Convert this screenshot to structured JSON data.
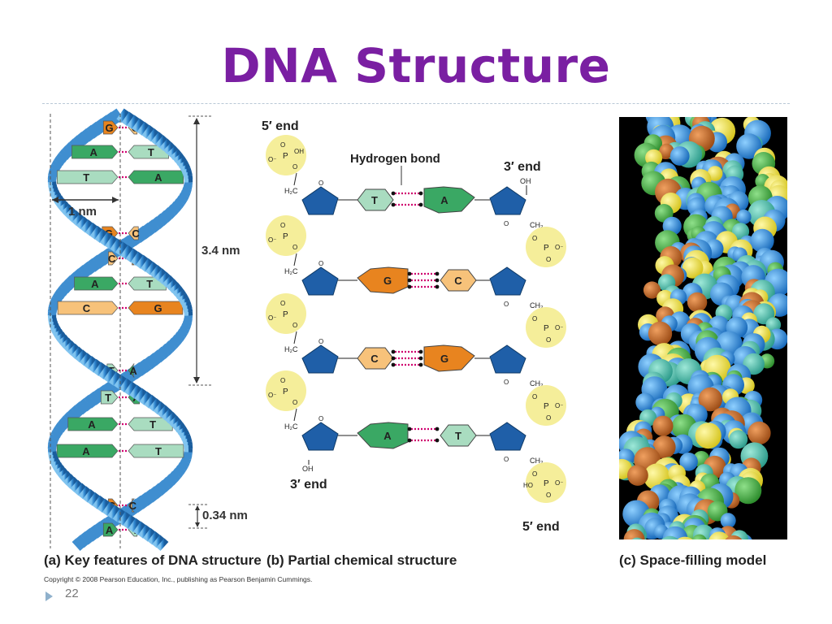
{
  "slide": {
    "title": "DNA Structure",
    "page_number": "22",
    "copyright": "Copyright © 2008 Pearson Education, Inc., publishing as Pearson Benjamin Cummings."
  },
  "panel_a": {
    "caption": "(a) Key features of DNA structure",
    "width_label": "1 nm",
    "turn_label": "3.4 nm",
    "rise_label": "0.34 nm",
    "base_pairs": [
      [
        "G",
        "C"
      ],
      [
        "A",
        "T"
      ],
      [
        "T",
        "A"
      ],
      [
        "G",
        "C"
      ],
      [
        "C",
        "G"
      ],
      [
        "A",
        "T"
      ],
      [
        "C",
        "G"
      ],
      [
        "T",
        "A"
      ],
      [
        "T",
        "A"
      ],
      [
        "A",
        "T"
      ],
      [
        "A",
        "T"
      ],
      [
        "G",
        "C"
      ],
      [
        "A",
        "T"
      ]
    ]
  },
  "panel_b": {
    "caption": "(b) Partial chemical structure",
    "five_end_top": "5′ end",
    "three_end_top": "3′ end",
    "three_end_bottom": "3′ end",
    "five_end_bottom": "5′ end",
    "hbond_label": "Hydrogen bond",
    "oh": "OH",
    "ho": "HO",
    "phosphate": {
      "p": "P",
      "o": "O",
      "o_minus": "O⁻"
    },
    "ch2": "CH₂",
    "h2c": "H₂C",
    "ring_o": "O",
    "pairs": [
      [
        "T",
        "A"
      ],
      [
        "G",
        "C"
      ],
      [
        "C",
        "G"
      ],
      [
        "A",
        "T"
      ]
    ]
  },
  "panel_c": {
    "caption": "(c) Space-filling model"
  },
  "colors": {
    "title": "#7a1fa2",
    "backbone": "#2f7fc1",
    "sugar": "#1f5fa8",
    "phosphate": "#f5ee9a",
    "A": "#3aa864",
    "T": "#a9dcc0",
    "G": "#e8841f",
    "C": "#f7c27a"
  }
}
